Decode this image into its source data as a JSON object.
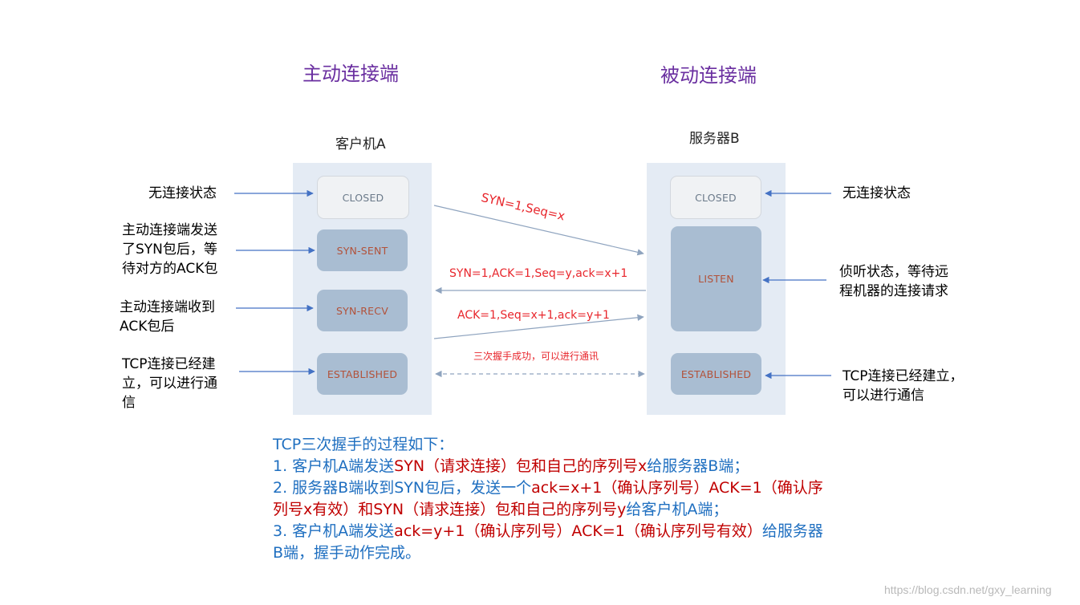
{
  "titles": {
    "active": "主动连接端",
    "passive": "被动连接端"
  },
  "hosts": {
    "client": "客户机A",
    "server": "服务器B"
  },
  "client_states": [
    "CLOSED",
    "SYN-SENT",
    "SYN-RECV",
    "ESTABLISHED"
  ],
  "server_states": [
    "CLOSED",
    "LISTEN",
    "ESTABLISHED"
  ],
  "left_labels": [
    [
      "无连接状态"
    ],
    [
      "主动连接端发送",
      "了SYN包后，等",
      "待对方的ACK包"
    ],
    [
      "主动连接端收到",
      "ACK包后"
    ],
    [
      "TCP连接已经建",
      "立，可以进行通",
      "信"
    ]
  ],
  "right_labels": [
    [
      "无连接状态"
    ],
    [
      "侦听状态，等待远",
      "程机器的连接请求"
    ],
    [
      "TCP连接已经建立，",
      "可以进行通信"
    ]
  ],
  "messages": {
    "syn": "SYN=1,Seq=x",
    "synack": "SYN=1,ACK=1,Seq=y,ack=x+1",
    "ack": "ACK=1,Seq=x+1,ack=y+1",
    "success": "三次握手成功，可以进行通讯"
  },
  "summary": {
    "heading": "TCP三次握手的过程如下：",
    "step1": {
      "a": "1. 客户机A端发送",
      "b": "SYN（请求连接）包和自己的序列号x",
      "c": "给服务器B端；"
    },
    "step2": {
      "a": "2. 服务器B端收到SYN包后，发送一个",
      "b": "ack=x+1（确认序列号）ACK=1（确认序",
      "c": "列号x有效）和SYN（请求连接）包和自己的序列号y",
      "d": "给客户机A端；"
    },
    "step3": {
      "a": " 3. 客户机A端发送",
      "b": "ack=y+1（确认序列号）ACK=1（确认序列号有效）",
      "c": "给服务器",
      "d": "B端，握手动作完成。"
    }
  },
  "watermark": "https://blog.csdn.net/gxy_learning",
  "colors": {
    "title": "#6a2fa0",
    "message": "#e8262c",
    "summary_blue": "#1f6fc0",
    "summary_red": "#c00000",
    "arrow": "#4472c4",
    "panel": "#e4ebf4"
  }
}
